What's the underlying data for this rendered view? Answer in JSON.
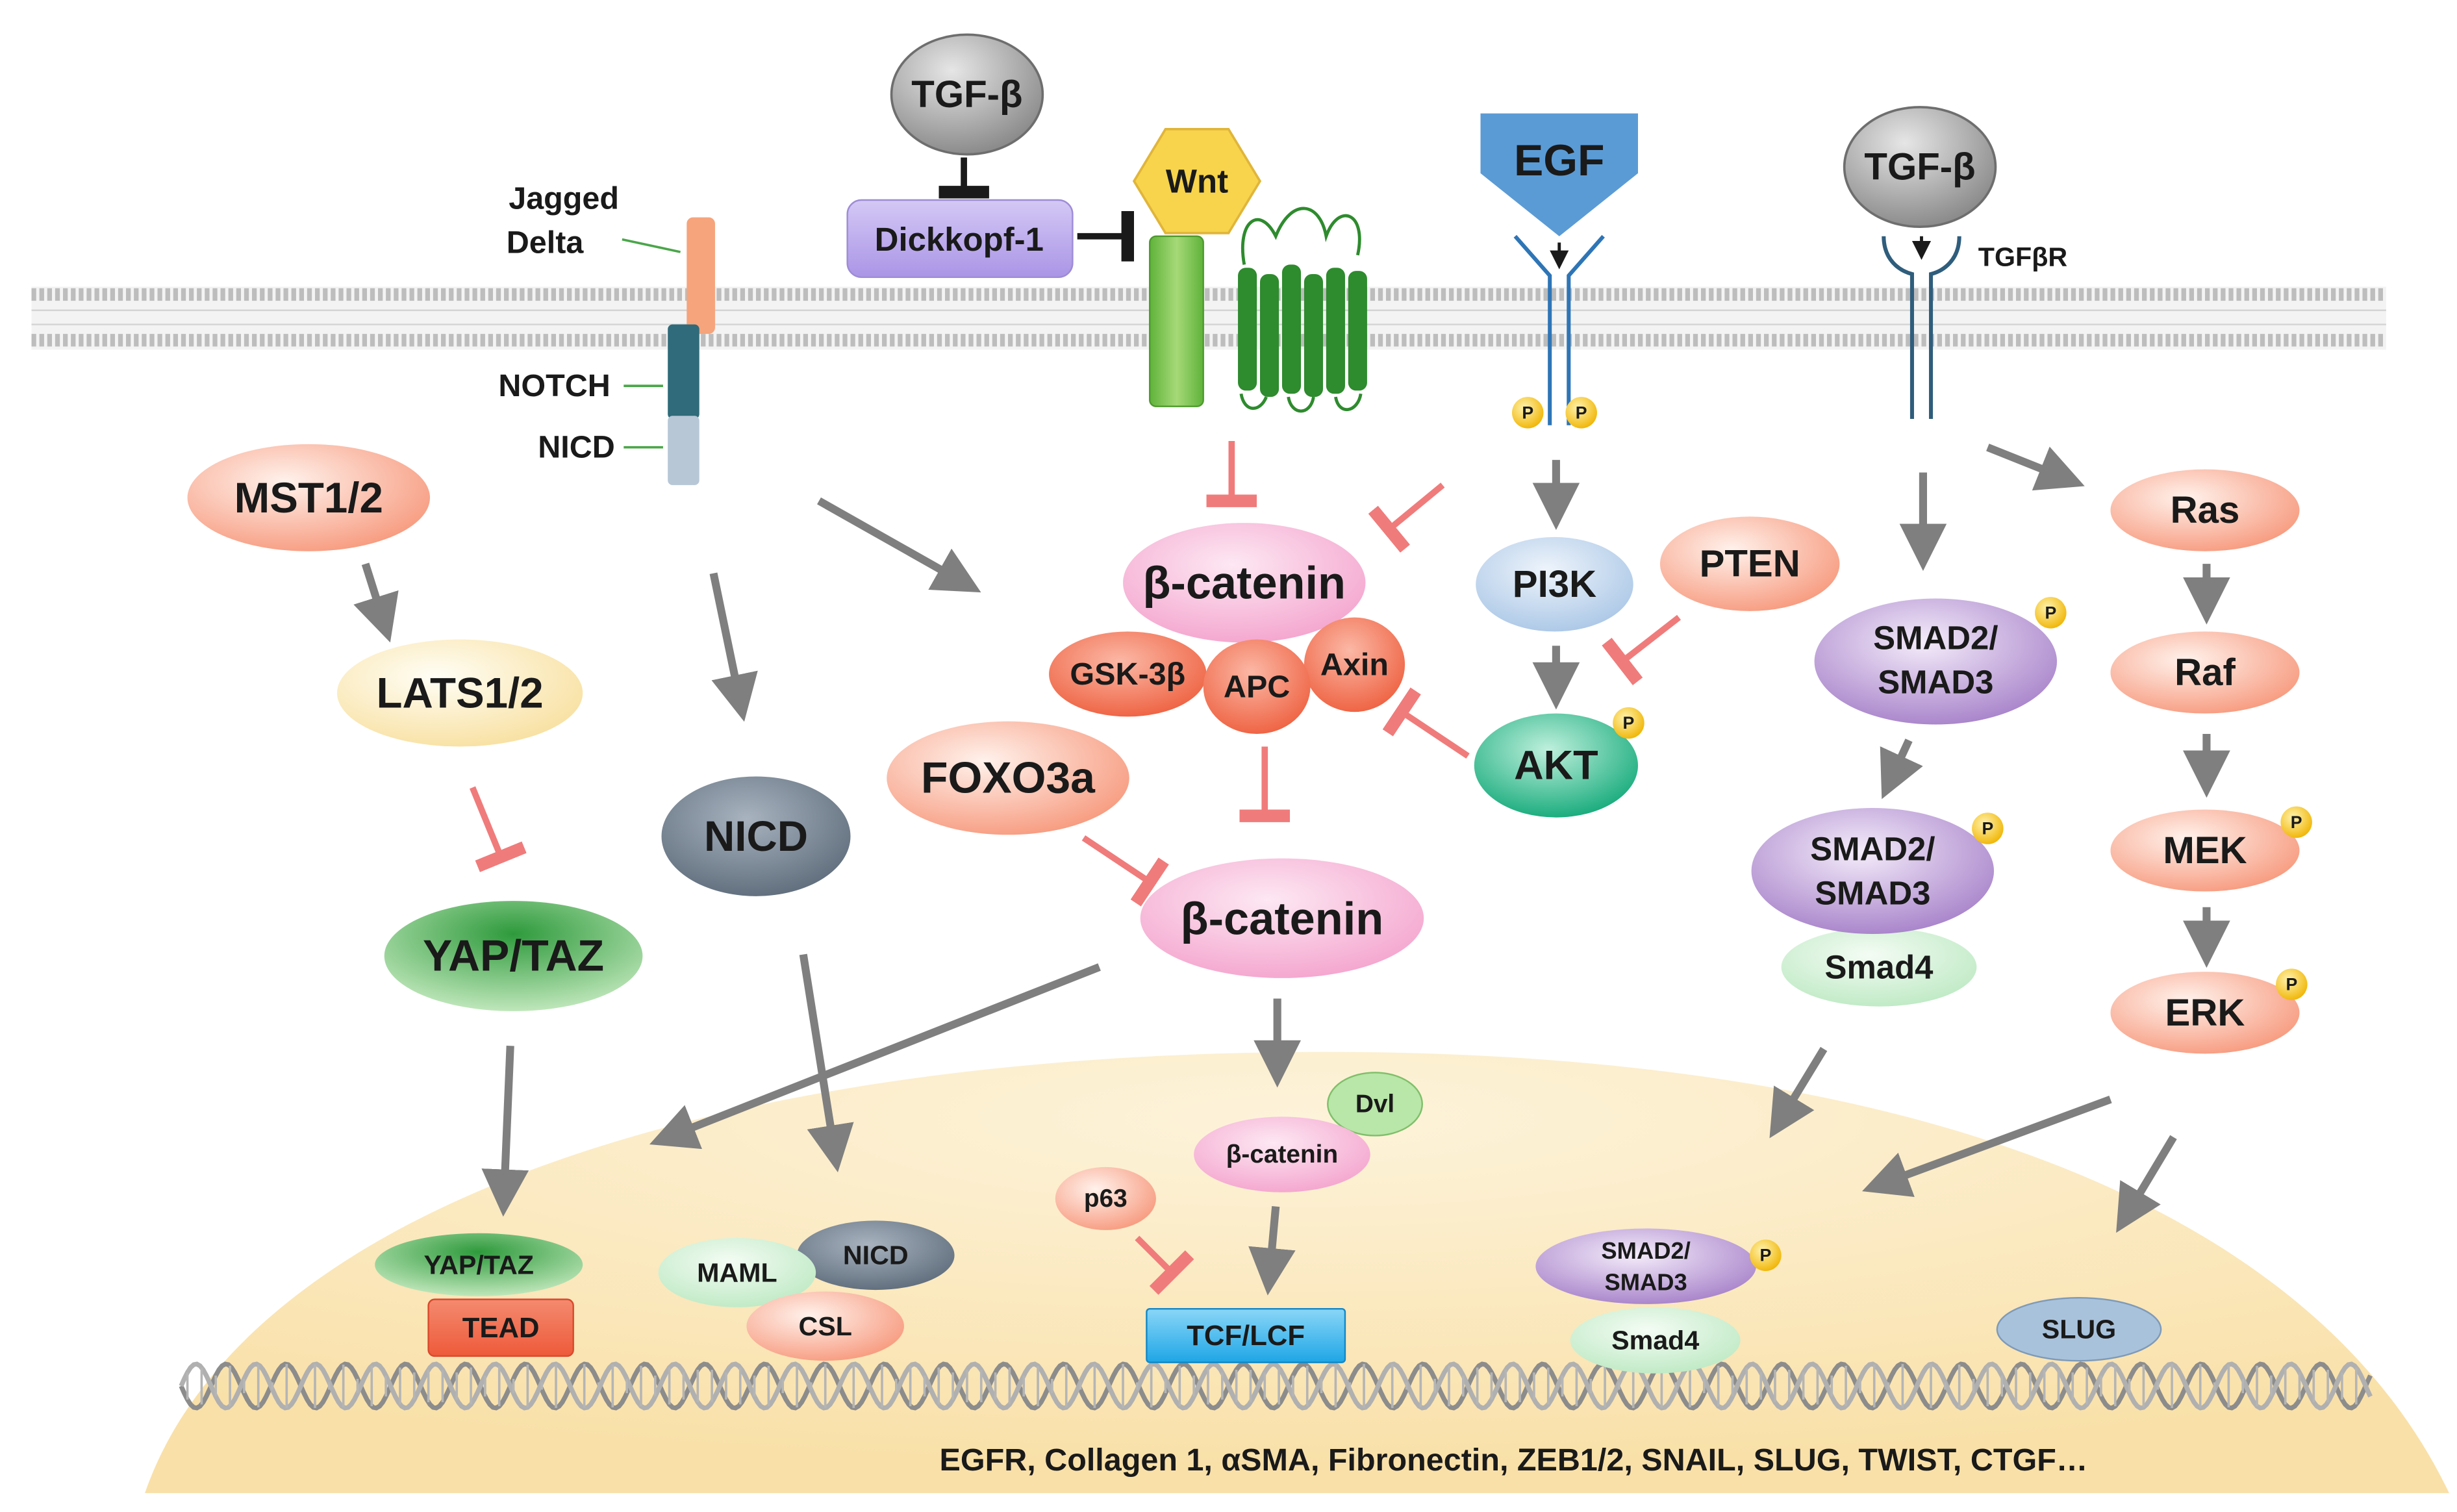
{
  "labels": {
    "tgfb_left": "TGF-β",
    "tgfb_right": "TGF-β",
    "dickkopf": "Dickkopf-1",
    "wnt": "Wnt",
    "egf": "EGF",
    "tgfbr": "TGFβR",
    "jagged_delta": [
      "Jagged",
      "Delta"
    ],
    "notch": "NOTCH",
    "nicd_receptor": "NICD",
    "mst": "MST1/2",
    "lats": "LATS1/2",
    "yap_taz": "YAP/TAZ",
    "nicd_cyto": "NICD",
    "bcat_top": "β-catenin",
    "gsk3b": "GSK-3β",
    "apc": "APC",
    "axin": "Axin",
    "foxo3a": "FOXO3a",
    "bcat_mid": "β-catenin",
    "pi3k": "PI3K",
    "pten": "PTEN",
    "akt": "AKT",
    "smad_a": [
      "SMAD2/",
      "SMAD3"
    ],
    "smad_b": [
      "SMAD2/",
      "SMAD3"
    ],
    "smad4_cyto": "Smad4",
    "ras": "Ras",
    "raf": "Raf",
    "mek": "MEK",
    "erk": "ERK",
    "p_badge": "P",
    "yap_taz_nuc": "YAP/TAZ",
    "tead": "TEAD",
    "maml": "MAML",
    "nicd_nuc": "NICD",
    "csl": "CSL",
    "dvl": "Dvl",
    "bcat_nuc": "β-catenin",
    "p63": "p63",
    "tcf_lcf": "TCF/LCF",
    "smad_nuc": [
      "SMAD2/",
      "SMAD3"
    ],
    "smad4_nuc": "Smad4",
    "slug": "SLUG",
    "target_genes": "EGFR, Collagen 1, αSMA, Fibronectin, ZEB1/2, SNAIL, SLUG, TWIST, CTGF…"
  },
  "colors": {
    "activation_arrow": "#7f7f7f",
    "inhibition_red": "#f07b7b",
    "inhibition_black": "#1a1a1a",
    "membrane": "#bfbfbf",
    "nucleus": "#fbe9bf",
    "hippo_salmon": "#f8b49a",
    "yap_green": "#3aa84a",
    "nicd_slate": "#6b7b8c",
    "catenin_pink": "#f4a6cf",
    "complex_orange": "#f26d4c",
    "pi3k_blue": "#b7cfe8",
    "akt_teal": "#1fb98a",
    "smad_purple": "#b28dd0",
    "smad4_green": "#cdefd2",
    "mapk_salmon": "#f7937d",
    "phospho_gold": "#f5c21a",
    "tcf_cyan": "#3db8ee",
    "egf_blue": "#5b9bd5",
    "receptor_blue": "#2e75b6",
    "tgfbr_navy": "#2f5d7c",
    "wnt_yellow": "#f7d44c",
    "frizzled_green": "#2e8b2e",
    "lrp_green": "#7cc04c",
    "dickkopf_lavender": "#b8a6ea"
  },
  "icons": [
    "phospho-badge-icon",
    "activation-arrow-icon",
    "inhibition-bar-icon",
    "dna-helix-icon"
  ]
}
